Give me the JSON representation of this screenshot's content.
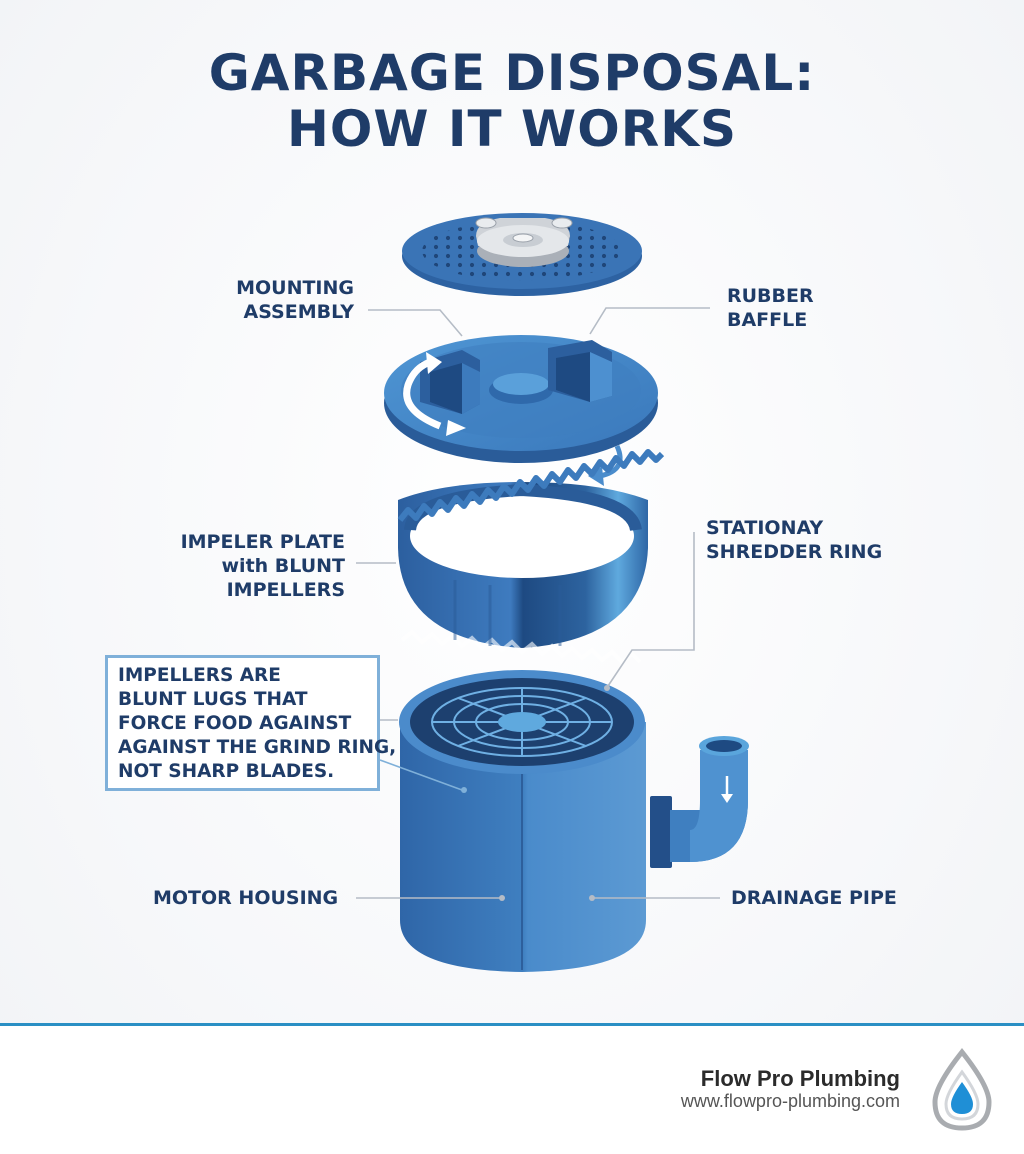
{
  "title": {
    "line1": "GARBAGE DISPOSAL:",
    "line2": "HOW IT WORKS"
  },
  "labels": {
    "mounting_assembly": [
      "MOUNTING",
      "ASSEMBLY"
    ],
    "rubber_baffle": [
      "RUBBER",
      "BAFFLE"
    ],
    "impeller_plate": [
      "IMPELER PLATE",
      "with BLUNT",
      "IMPELLERS"
    ],
    "shredder_ring": [
      "STATIONAY",
      "SHREDDER RING"
    ],
    "motor_housing": "MOTOR HOUSING",
    "drainage_pipe": "DRAINAGE PIPE"
  },
  "note": {
    "lines": [
      "IMPELLERS ARE",
      "BLUNT LUGS THAT",
      "FORCE FOOD AGAINST",
      "AGAINST THE GRIND RING,",
      "NOT SHARP BLADES."
    ]
  },
  "footer": {
    "brand": "Flow Pro Plumbing",
    "url": "www.flowpro-plumbing.com",
    "logo_icon": "water-drop-icon"
  },
  "colors": {
    "title": "#1f3c68",
    "primary_blue": "#3f7fc0",
    "dark_blue": "#1f4f8a",
    "light_blue": "#5aa5dc",
    "callout_border": "#7fb0d9",
    "footer_rule": "#2a8fc4"
  }
}
